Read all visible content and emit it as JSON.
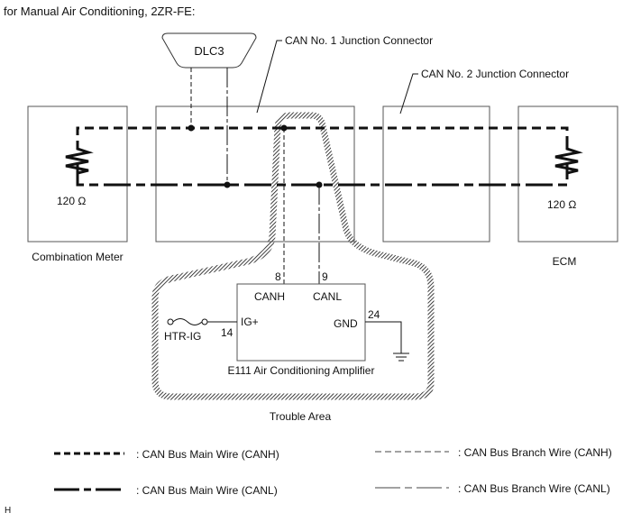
{
  "title": "for Manual Air Conditioning, 2ZR-FE:",
  "components": {
    "dlc3": "DLC3",
    "junction1": "CAN No. 1 Junction Connector",
    "junction2": "CAN No. 2 Junction Connector",
    "combination_meter": "Combination Meter",
    "ecm": "ECM",
    "resistor_left": "120 Ω",
    "resistor_right": "120 Ω",
    "amplifier": "E111 Air Conditioning Amplifier",
    "trouble_area": "Trouble Area"
  },
  "amplifier_pins": {
    "canh_pin": "8",
    "canl_pin": "9",
    "canh_label": "CANH",
    "canl_label": "CANL",
    "ig_pin": "14",
    "ig_label": "IG+",
    "gnd_pin": "24",
    "gnd_label": "GND",
    "fuse_label": "HTR-IG"
  },
  "legend": [
    {
      "style": "main-canh",
      "label": ": CAN Bus Main Wire (CANH)"
    },
    {
      "style": "main-canl",
      "label": ": CAN Bus Main Wire (CANL)"
    },
    {
      "style": "branch-canh",
      "label": ": CAN Bus Branch Wire (CANH)"
    },
    {
      "style": "branch-canl",
      "label": ": CAN Bus Branch Wire (CANL)"
    }
  ],
  "footer_mark": "H"
}
